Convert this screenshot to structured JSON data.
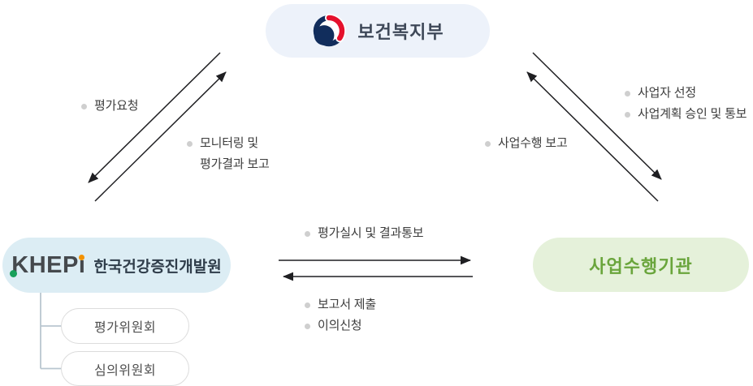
{
  "nodes": {
    "ministry": {
      "label": "보건복지부"
    },
    "khepi": {
      "logo_prefix": "KHEP",
      "logo_i": "i",
      "label": "한국건강증진개발원"
    },
    "agency": {
      "label": "사업수행기관"
    },
    "committee_1": {
      "label": "평가위원회"
    },
    "committee_2": {
      "label": "심의위원회"
    }
  },
  "labels": {
    "evaluation_request": {
      "text": "평가요청"
    },
    "monitoring_report": {
      "lines": [
        "모니터링 및",
        "평가결과 보고"
      ]
    },
    "execution_report": {
      "text": "사업수행 보고"
    },
    "selection_approval": {
      "lines": [
        "사업자 선정",
        "사업계획 승인 및 통보"
      ]
    },
    "evaluation_notice": {
      "text": "평가실시 및 결과통보"
    },
    "report_submission": {
      "lines": [
        "보고서 제출",
        "이의신청"
      ]
    }
  },
  "colors": {
    "ministry_box_bg": "#edf2fa",
    "ministry_text": "#3e4858",
    "emblem_navy": "#112d5c",
    "emblem_red": "#e5112d",
    "khepi_box_bg": "#dcedf4",
    "khepi_logo_gray": "#45494d",
    "khepi_logo_green": "#18a05b",
    "khepi_logo_orange": "#f39200",
    "khepi_text": "#2f3d4a",
    "agency_box_bg": "#e5f1da",
    "agency_text": "#6aa53c",
    "committee_border": "#dcdcdc",
    "committee_text": "#4f4f4f",
    "connector_line": "#b9c6d0",
    "arrow_line": "#1f1f22",
    "label_text": "#3c3c3c",
    "bullet": "#cfcfcf",
    "page_bg": "#ffffff"
  }
}
